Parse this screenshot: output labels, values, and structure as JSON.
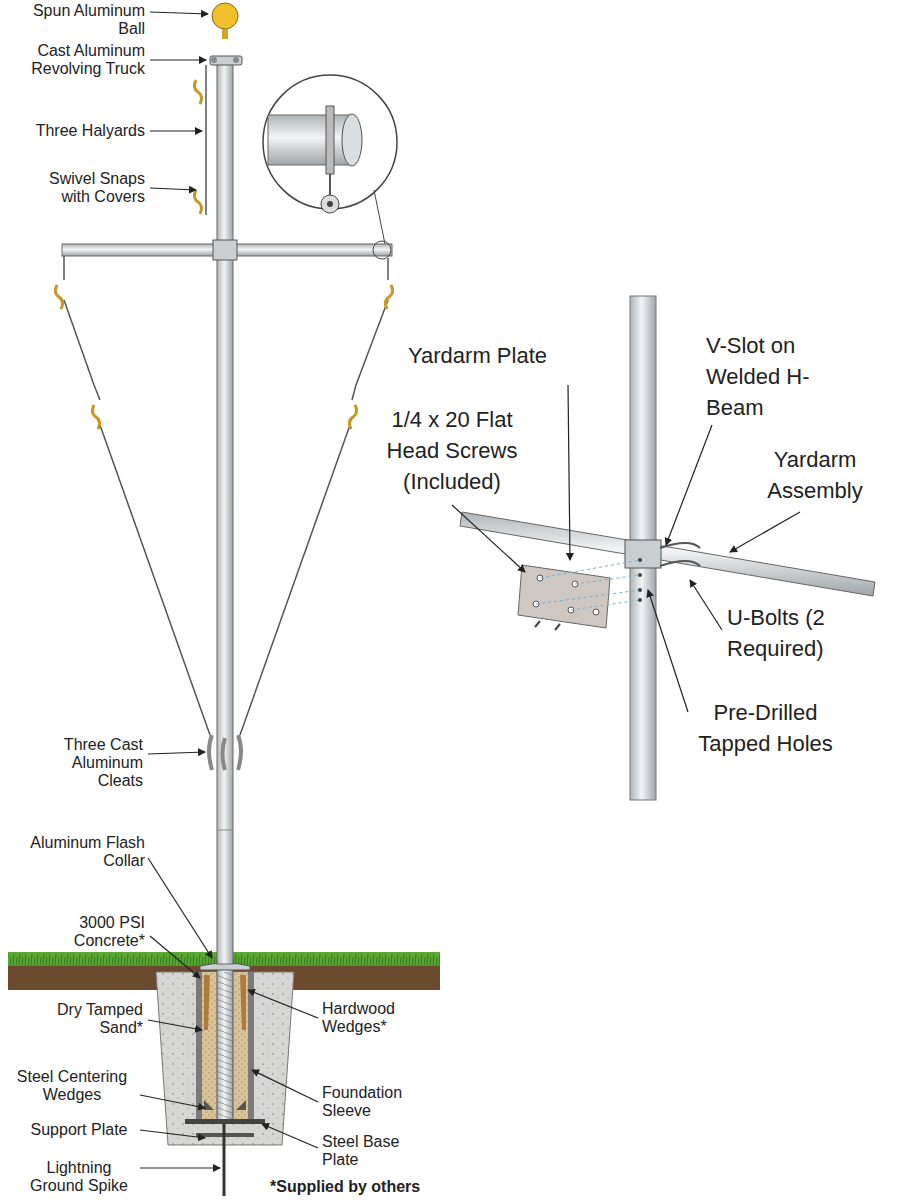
{
  "diagram": {
    "labels": [
      "Spun Aluminum Ball",
      "Cast Aluminum Revolving Truck",
      "Three Halyards",
      "Swivel Snaps with Covers",
      "Yardarm Plate",
      "V-Slot on Welded H-Beam",
      "1/4 x 20 Flat Head Screws (Included)",
      "Yardarm Assembly",
      "U-Bolts (2 Required)",
      "Pre-Drilled Tapped Holes",
      "Three Cast Aluminum Cleats",
      "Aluminum Flash Collar",
      "3000 PSI Concrete*",
      "Dry Tamped Sand*",
      "Hardwood Wedges*",
      "Steel Centering Wedges",
      "Foundation Sleeve",
      "Support Plate",
      "Steel Base Plate",
      "Lightning Ground Spike",
      "*Supplied by others"
    ]
  }
}
